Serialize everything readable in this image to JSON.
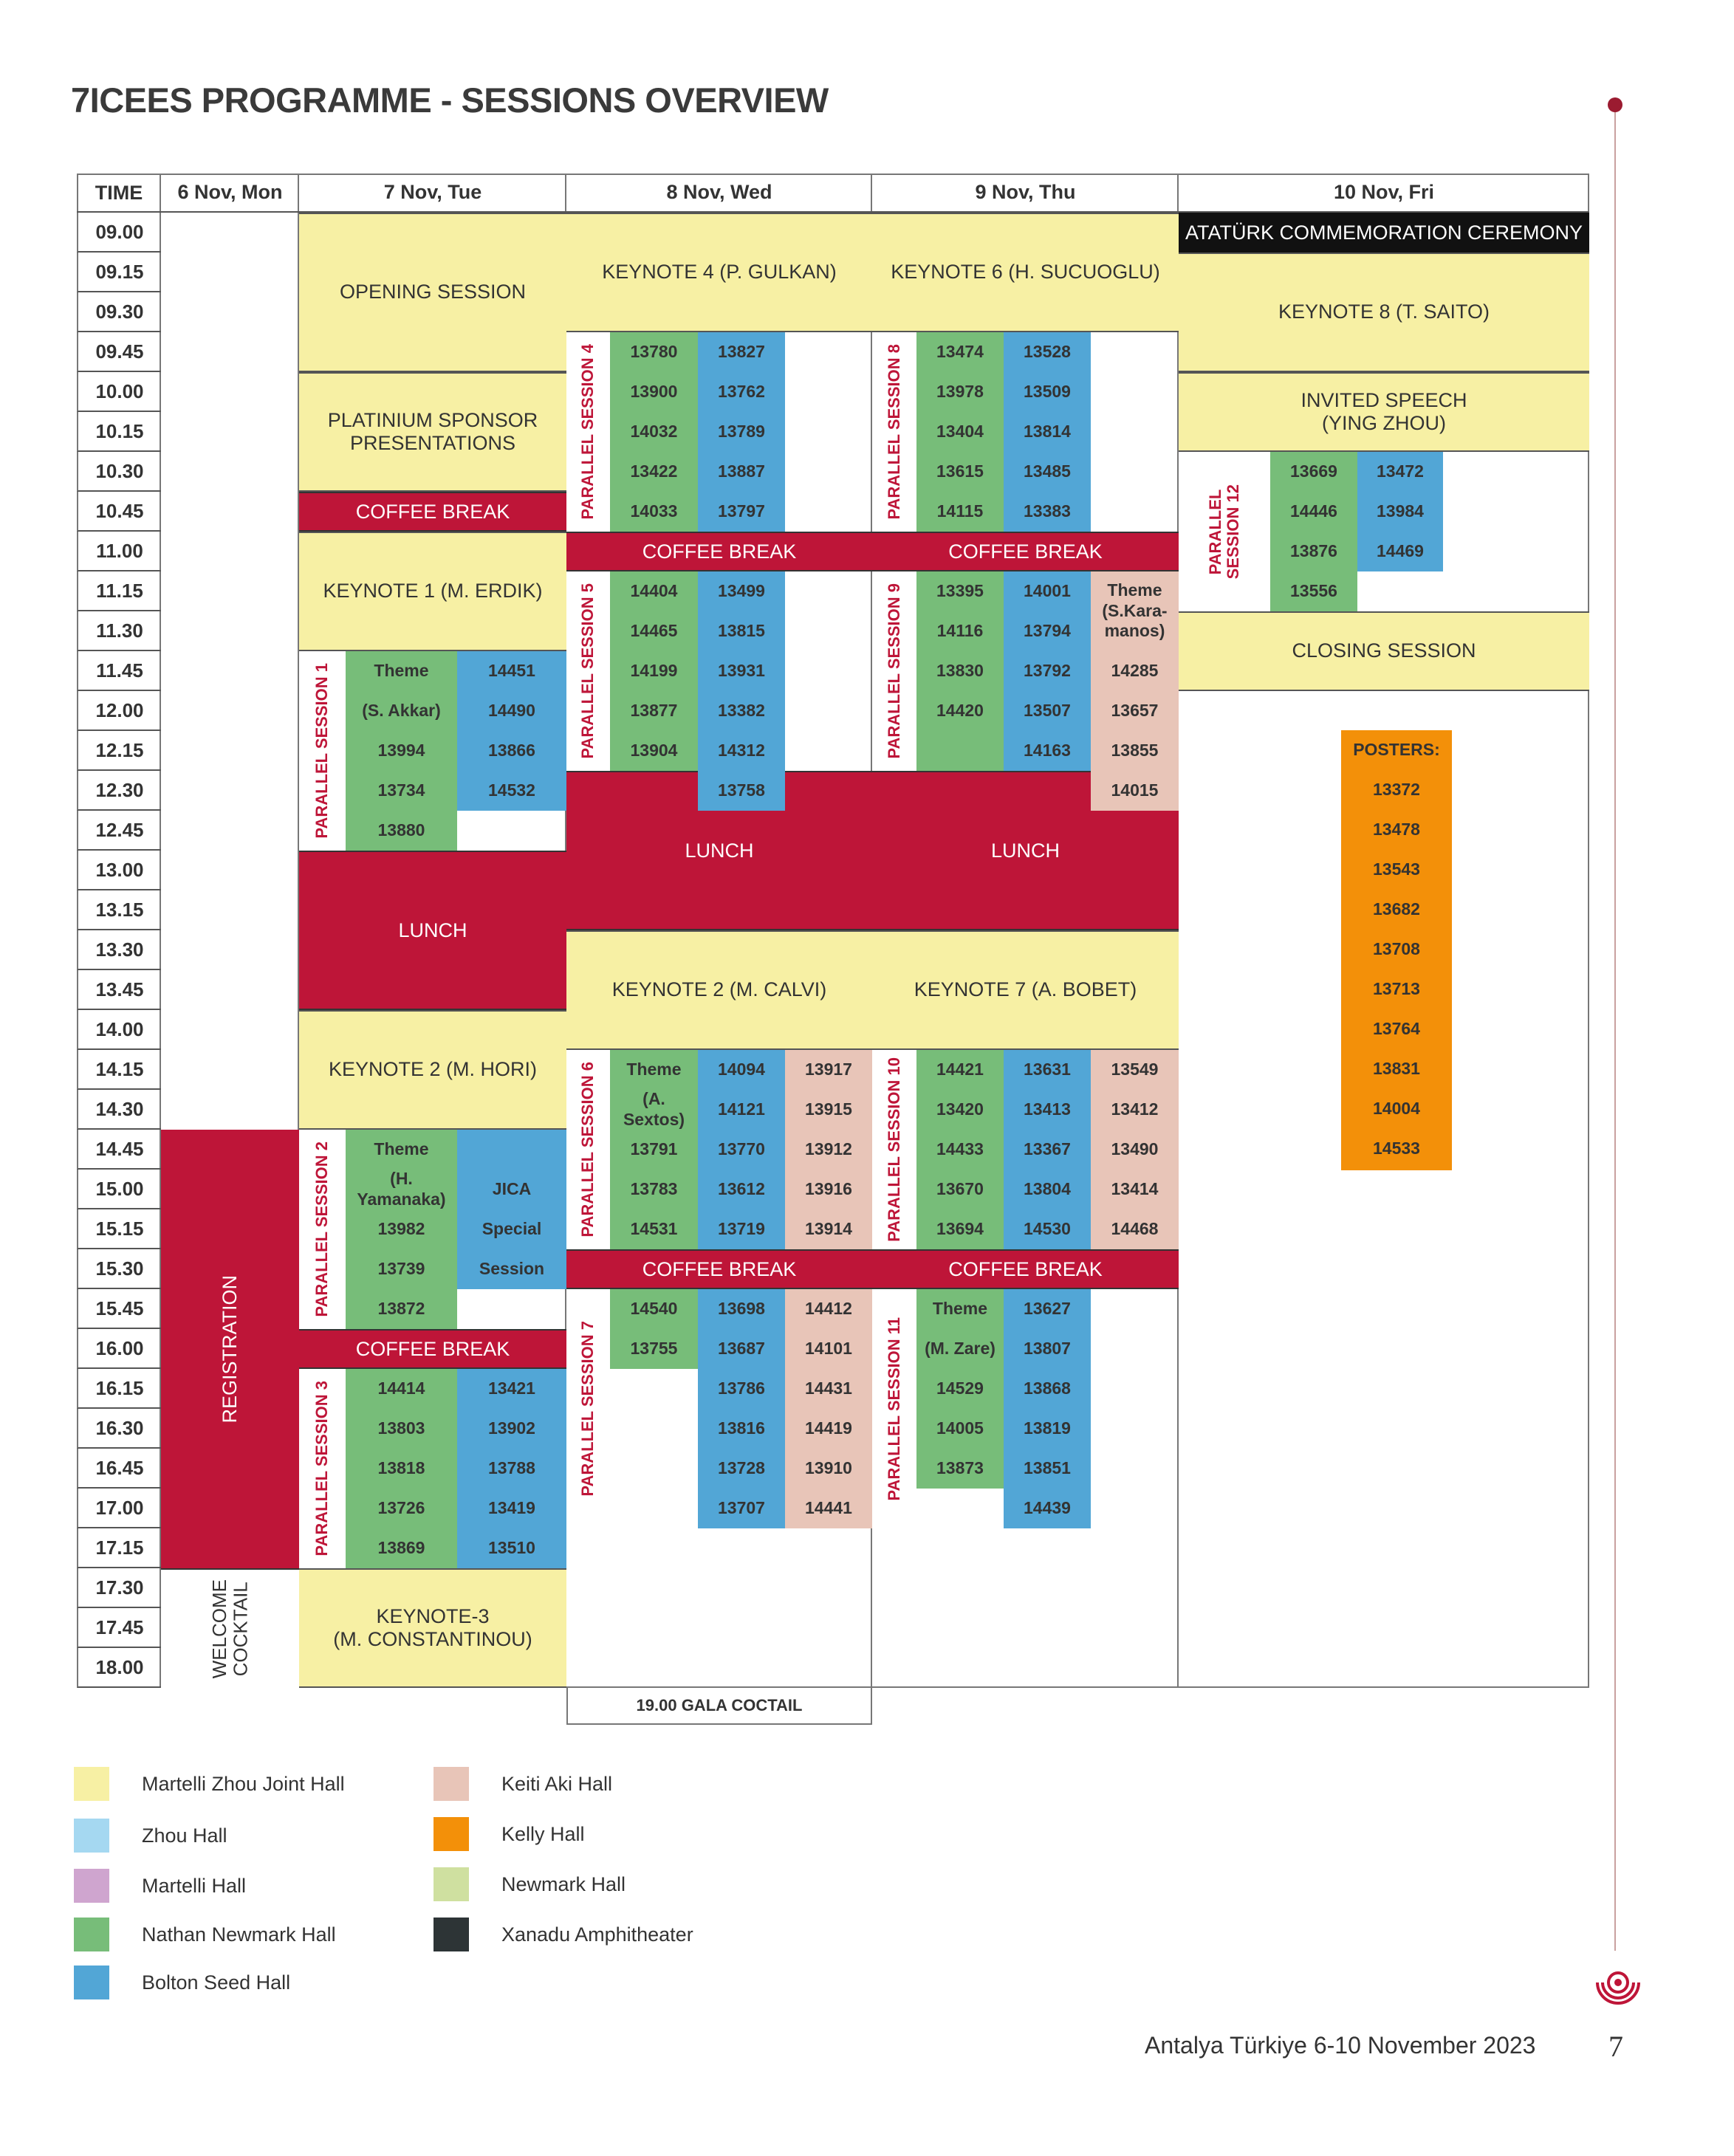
{
  "title": "7ICEES PROGRAMME - SESSIONS OVERVIEW",
  "header": {
    "time": "TIME",
    "days": [
      "6 Nov, Mon",
      "7 Nov, Tue",
      "8 Nov, Wed",
      "9 Nov, Thu",
      "10 Nov, Fri"
    ]
  },
  "times": [
    "09.00",
    "09.15",
    "09.30",
    "09.45",
    "10.00",
    "10.15",
    "10.30",
    "10.45",
    "11.00",
    "11.15",
    "11.30",
    "11.45",
    "12.00",
    "12.15",
    "12.30",
    "12.45",
    "13.00",
    "13.15",
    "13.30",
    "13.45",
    "14.00",
    "14.15",
    "14.30",
    "14.45",
    "15.00",
    "15.15",
    "15.30",
    "15.45",
    "16.00",
    "16.15",
    "16.30",
    "16.45",
    "17.00",
    "17.15",
    "17.30",
    "17.45",
    "18.00"
  ],
  "mon": {
    "registration": "REGISTRATION",
    "welcome": "WELCOME\nCOCKTAIL"
  },
  "tue": {
    "opening": "OPENING SESSION",
    "sponsor": "PLATINIUM SPONSOR\nPRESENTATIONS",
    "coffee1": "COFFEE BREAK",
    "keynote1": "KEYNOTE 1 (M. ERDIK)",
    "ps1": {
      "label": "PARALLEL SESSION 1",
      "green": [
        "Theme",
        "(S. Akkar)",
        "13994",
        "13734",
        "13880"
      ],
      "blue": [
        "14451",
        "14490",
        "13866",
        "14532"
      ]
    },
    "lunch": "LUNCH",
    "keynote2": "KEYNOTE 2 (M. HORI)",
    "ps2": {
      "label": "PARALLEL SESSION 2",
      "green": [
        "Theme",
        "(H. Yamanaka)",
        "13982",
        "13739",
        "13872"
      ],
      "blue": [
        "",
        "JICA",
        "Special",
        "Session"
      ]
    },
    "coffee2": "COFFEE BREAK",
    "ps3": {
      "label": "PARALLEL SESSION 3",
      "green": [
        "14414",
        "13803",
        "13818",
        "13726",
        "13869"
      ],
      "blue": [
        "13421",
        "13902",
        "13788",
        "13419",
        "13510"
      ]
    },
    "keynote3": "KEYNOTE-3\n(M. CONSTANTINOU)"
  },
  "wed": {
    "keynote4": "KEYNOTE 4 (P. GULKAN)",
    "ps4": {
      "label": "PARALLEL SESSION 4",
      "green": [
        "13780",
        "13900",
        "14032",
        "13422",
        "14033"
      ],
      "blue": [
        "13827",
        "13762",
        "13789",
        "13887",
        "13797"
      ]
    },
    "coffee1": "COFFEE BREAK",
    "ps5": {
      "label": "PARALLEL SESSION 5",
      "green": [
        "14404",
        "14465",
        "14199",
        "13877",
        "13904"
      ],
      "blue": [
        "13499",
        "13815",
        "13931",
        "13382",
        "14312",
        "13758"
      ]
    },
    "lunch": "LUNCH",
    "keynote2": "KEYNOTE 2 (M. CALVI)",
    "ps6": {
      "label": "PARALLEL SESSION 6",
      "green": [
        "Theme",
        "(A. Sextos)",
        "13791",
        "13783",
        "14531"
      ],
      "blue": [
        "14094",
        "14121",
        "13770",
        "13612",
        "13719"
      ],
      "pink": [
        "13917",
        "13915",
        "13912",
        "13916",
        "13914"
      ]
    },
    "coffee2": "COFFEE BREAK",
    "ps7": {
      "label": "PARALLEL SESSION 7",
      "green": [
        "14540",
        "13755"
      ],
      "blue": [
        "13698",
        "13687",
        "13786",
        "13816",
        "13728",
        "13707"
      ],
      "pink": [
        "14412",
        "14101",
        "14431",
        "14419",
        "13910",
        "14441"
      ]
    },
    "gala": "19.00 GALA COCTAIL"
  },
  "thu": {
    "keynote6": "KEYNOTE 6 (H. SUCUOGLU)",
    "ps8": {
      "label": "PARALLEL SESSION 8",
      "green": [
        "13474",
        "13978",
        "13404",
        "13615",
        "14115"
      ],
      "blue": [
        "13528",
        "13509",
        "13814",
        "13485",
        "13383"
      ]
    },
    "coffee1": "COFFEE BREAK",
    "ps9": {
      "label": "PARALLEL SESSION 9",
      "green": [
        "13395",
        "14116",
        "13830",
        "14420"
      ],
      "blue": [
        "14001",
        "13794",
        "13792",
        "13507",
        "14163"
      ],
      "pink_theme": "Theme\n(S.Kara-\nmanos)",
      "pink": [
        "14285",
        "13657",
        "13855",
        "14015"
      ]
    },
    "lunch": "LUNCH",
    "keynote7": "KEYNOTE 7 (A. BOBET)",
    "ps10": {
      "label": "PARALLEL SESSION 10",
      "green": [
        "14421",
        "13420",
        "14433",
        "13670",
        "13694"
      ],
      "blue": [
        "13631",
        "13413",
        "13367",
        "13804",
        "14530"
      ],
      "pink": [
        "13549",
        "13412",
        "13490",
        "13414",
        "14468"
      ]
    },
    "coffee2": "COFFEE BREAK",
    "ps11": {
      "label": "PARALLEL SESSION 11",
      "green": [
        "Theme",
        "(M. Zare)",
        "14529",
        "14005",
        "13873"
      ],
      "blue": [
        "13627",
        "13807",
        "13868",
        "13819",
        "13851",
        "14439"
      ]
    }
  },
  "fri": {
    "ceremony": "ATATÜRK COMMEMORATION CEREMONY",
    "keynote8": "KEYNOTE 8 (T. SAITO)",
    "invited": "INVITED SPEECH\n(YING ZHOU)",
    "ps12": {
      "label": "PARALLEL\nSESSION 12",
      "green": [
        "13669",
        "14446",
        "13876",
        "13556"
      ],
      "blue": [
        "13472",
        "13984",
        "14469"
      ]
    },
    "closing": "CLOSING SESSION",
    "posters": [
      "POSTERS:",
      "13372",
      "13478",
      "13543",
      "13682",
      "13708",
      "13713",
      "13764",
      "13831",
      "14004",
      "14533"
    ]
  },
  "legend": [
    {
      "label": "Martelli Zhou Joint Hall",
      "color": "#f7f0a4"
    },
    {
      "label": "Zhou Hall",
      "color": "#a5d8f1"
    },
    {
      "label": "Martelli Hall",
      "color": "#cfa5cf"
    },
    {
      "label": "Nathan Newmark Hall",
      "color": "#77bd79"
    },
    {
      "label": "Bolton Seed Hall",
      "color": "#52a6d6"
    },
    {
      "label": "Keiti Aki Hall",
      "color": "#e8c5b8"
    },
    {
      "label": "Kelly Hall",
      "color": "#f39009"
    },
    {
      "label": "Newmark Hall",
      "color": "#cfe0a0"
    },
    {
      "label": "Xanadu Amphitheater",
      "color": "#2d3436"
    }
  ],
  "footer": "Antalya Türkiye 6-10 November 2023",
  "page_number": "7"
}
